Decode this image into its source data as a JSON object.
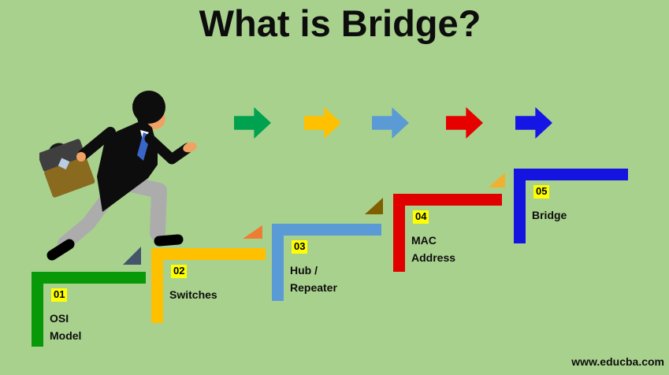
{
  "title": "What is Bridge?",
  "watermark": "www.educba.com",
  "colors": {
    "background": "#A9D18E",
    "badge_bg": "#FFFF00",
    "text": "#0D0D0D"
  },
  "steps": [
    {
      "number": "01",
      "label": "OSI Model",
      "color": "#079907"
    },
    {
      "number": "02",
      "label": "Switches",
      "color": "#FFC000"
    },
    {
      "number": "03",
      "label": "Hub /\nRepeater",
      "color": "#5B9BD5"
    },
    {
      "number": "04",
      "label": "MAC Address",
      "color": "#E10000"
    },
    {
      "number": "05",
      "label": "Bridge",
      "color": "#1414E0"
    }
  ],
  "arrows": [
    {
      "name": "green-arrow",
      "direction": "right",
      "color": "#00A24F"
    },
    {
      "name": "yellow-arrow",
      "direction": "right",
      "color": "#FFC000"
    },
    {
      "name": "light-blue-arrow",
      "direction": "right",
      "color": "#5B9BD5"
    },
    {
      "name": "red-arrow",
      "direction": "right",
      "color": "#E60000"
    },
    {
      "name": "blue-arrow",
      "direction": "right",
      "color": "#1515E6"
    }
  ],
  "corner_triangles": [
    {
      "color": "#44546A"
    },
    {
      "color": "#ED7D31"
    },
    {
      "color": "#7F6000"
    },
    {
      "color": "#F0B030"
    }
  ],
  "figure": {
    "name": "running-businessman-with-briefcase",
    "colors": {
      "suit": "#0D0D0D",
      "skin": "#EFA263",
      "pants": "#ACACAC",
      "tie": "#3A66C8",
      "collar": "#FFFFFF",
      "briefcase_body": "#8A6A1E",
      "briefcase_flap": "#3F3F3F",
      "briefcase_clasp": "#B8CCE4",
      "shoes": "#000000"
    }
  }
}
